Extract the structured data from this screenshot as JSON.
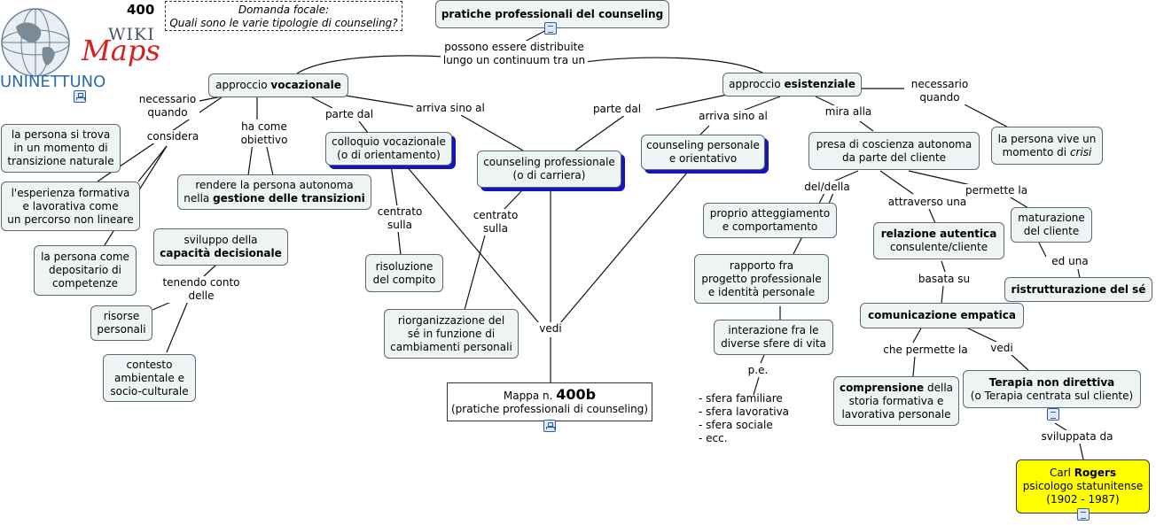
{
  "header": {
    "map_number": "400",
    "focal_question": [
      "Domanda focale:",
      "Quali sono le varie tipologie di counseling?"
    ],
    "logo": {
      "wiki": "WIKI",
      "maps": "Maps",
      "brand": "UNINETTUNO"
    }
  },
  "nodes": {
    "title": "pratiche professionali del counseling",
    "vocazionale": [
      "approccio ",
      "vocazionale"
    ],
    "esistenziale": [
      "approccio ",
      "esistenziale"
    ],
    "transizione": [
      "la persona si trova",
      "in un momento di",
      "transizione naturale"
    ],
    "esperienza": [
      "l'esperienza formativa",
      "e lavorativa come",
      "un percorso non lineare"
    ],
    "depositario": [
      "la persona come",
      "depositario di",
      "competenze"
    ],
    "autonoma": [
      "rendere la persona autonoma",
      "nella ",
      "gestione delle transizioni"
    ],
    "decisionale": [
      "sviluppo della",
      "capacità decisionale"
    ],
    "risorse": [
      "risorse",
      "personali"
    ],
    "contesto": [
      "contesto",
      "ambientale e",
      "socio-culturale"
    ],
    "colloquio": [
      "colloquio vocazionale",
      "(o di orientamento)"
    ],
    "compito": [
      "risoluzione",
      "del compito"
    ],
    "professionale": [
      "counseling professionale",
      "(o di carriera)"
    ],
    "riorganizzazione": [
      "riorganizzazione del",
      "sé in funzione di",
      "cambiamenti personali"
    ],
    "mappa": [
      "Mappa n. ",
      "400b",
      "(pratiche professionali di counseling)"
    ],
    "personale": [
      "counseling personale",
      "e orientativo"
    ],
    "presa": [
      "presa di coscienza autonoma",
      "da parte del cliente"
    ],
    "crisi": [
      "la persona vive un",
      "momento di ",
      "crisi"
    ],
    "atteggiamento": [
      "proprio atteggiamento",
      "e comportamento"
    ],
    "rapporto": [
      "rapporto fra",
      "progetto professionale",
      "e identità personale"
    ],
    "interazione": [
      "interazione fra le",
      "diverse sfere di vita"
    ],
    "relazione": [
      "relazione autentica",
      "consulente/cliente"
    ],
    "maturazione": [
      "maturazione",
      "del cliente"
    ],
    "ristrutturazione": "ristrutturazione del sé",
    "comunicazione": "comunicazione empatica",
    "comprensione": [
      "comprensione",
      " della",
      "storia formativa e",
      "lavorativa personale"
    ],
    "terapia": [
      "Terapia non direttiva",
      "(o Terapia centrata sul cliente)"
    ],
    "rogers": [
      "Carl ",
      "Rogers",
      "psicologo statunitense",
      "(1902 - 1987)"
    ]
  },
  "labels": {
    "continuum": [
      "possono essere distribuite",
      "lungo un continuum tra un"
    ],
    "necessario_v": [
      "necessario",
      "quando"
    ],
    "considera": "considera",
    "obiettivo": [
      "ha come",
      "obiettivo"
    ],
    "partedal_v": "parte dal",
    "arriva_v": "arriva sino al",
    "centrato1": [
      "centrato",
      "sulla"
    ],
    "centrato2": [
      "centrato",
      "sulla"
    ],
    "tenendo": [
      "tenendo conto",
      "delle"
    ],
    "vedi_c": "vedi",
    "partedal_e": "parte dal",
    "arriva_e": "arriva sino al",
    "mira": "mira alla",
    "necessario_e": [
      "necessario",
      "quando"
    ],
    "deldella": "del/della",
    "attraverso": "attraverso una",
    "permette": "permette la",
    "edun": "ed una",
    "basata": "basata su",
    "chepermette": "che permette la",
    "vedi_t": "vedi",
    "pe": "p.e.",
    "sviluppata": "sviluppata da"
  },
  "examples": [
    "- sfera familiare",
    "- sfera lavorativa",
    "- sfera sociale",
    "- ecc."
  ],
  "colors": {
    "node_fill": "#eef3f4",
    "shadow": "#1515b8",
    "highlight": "#ffff00",
    "brand_blue": "#2b6cb0",
    "brand_red": "#d62020"
  }
}
